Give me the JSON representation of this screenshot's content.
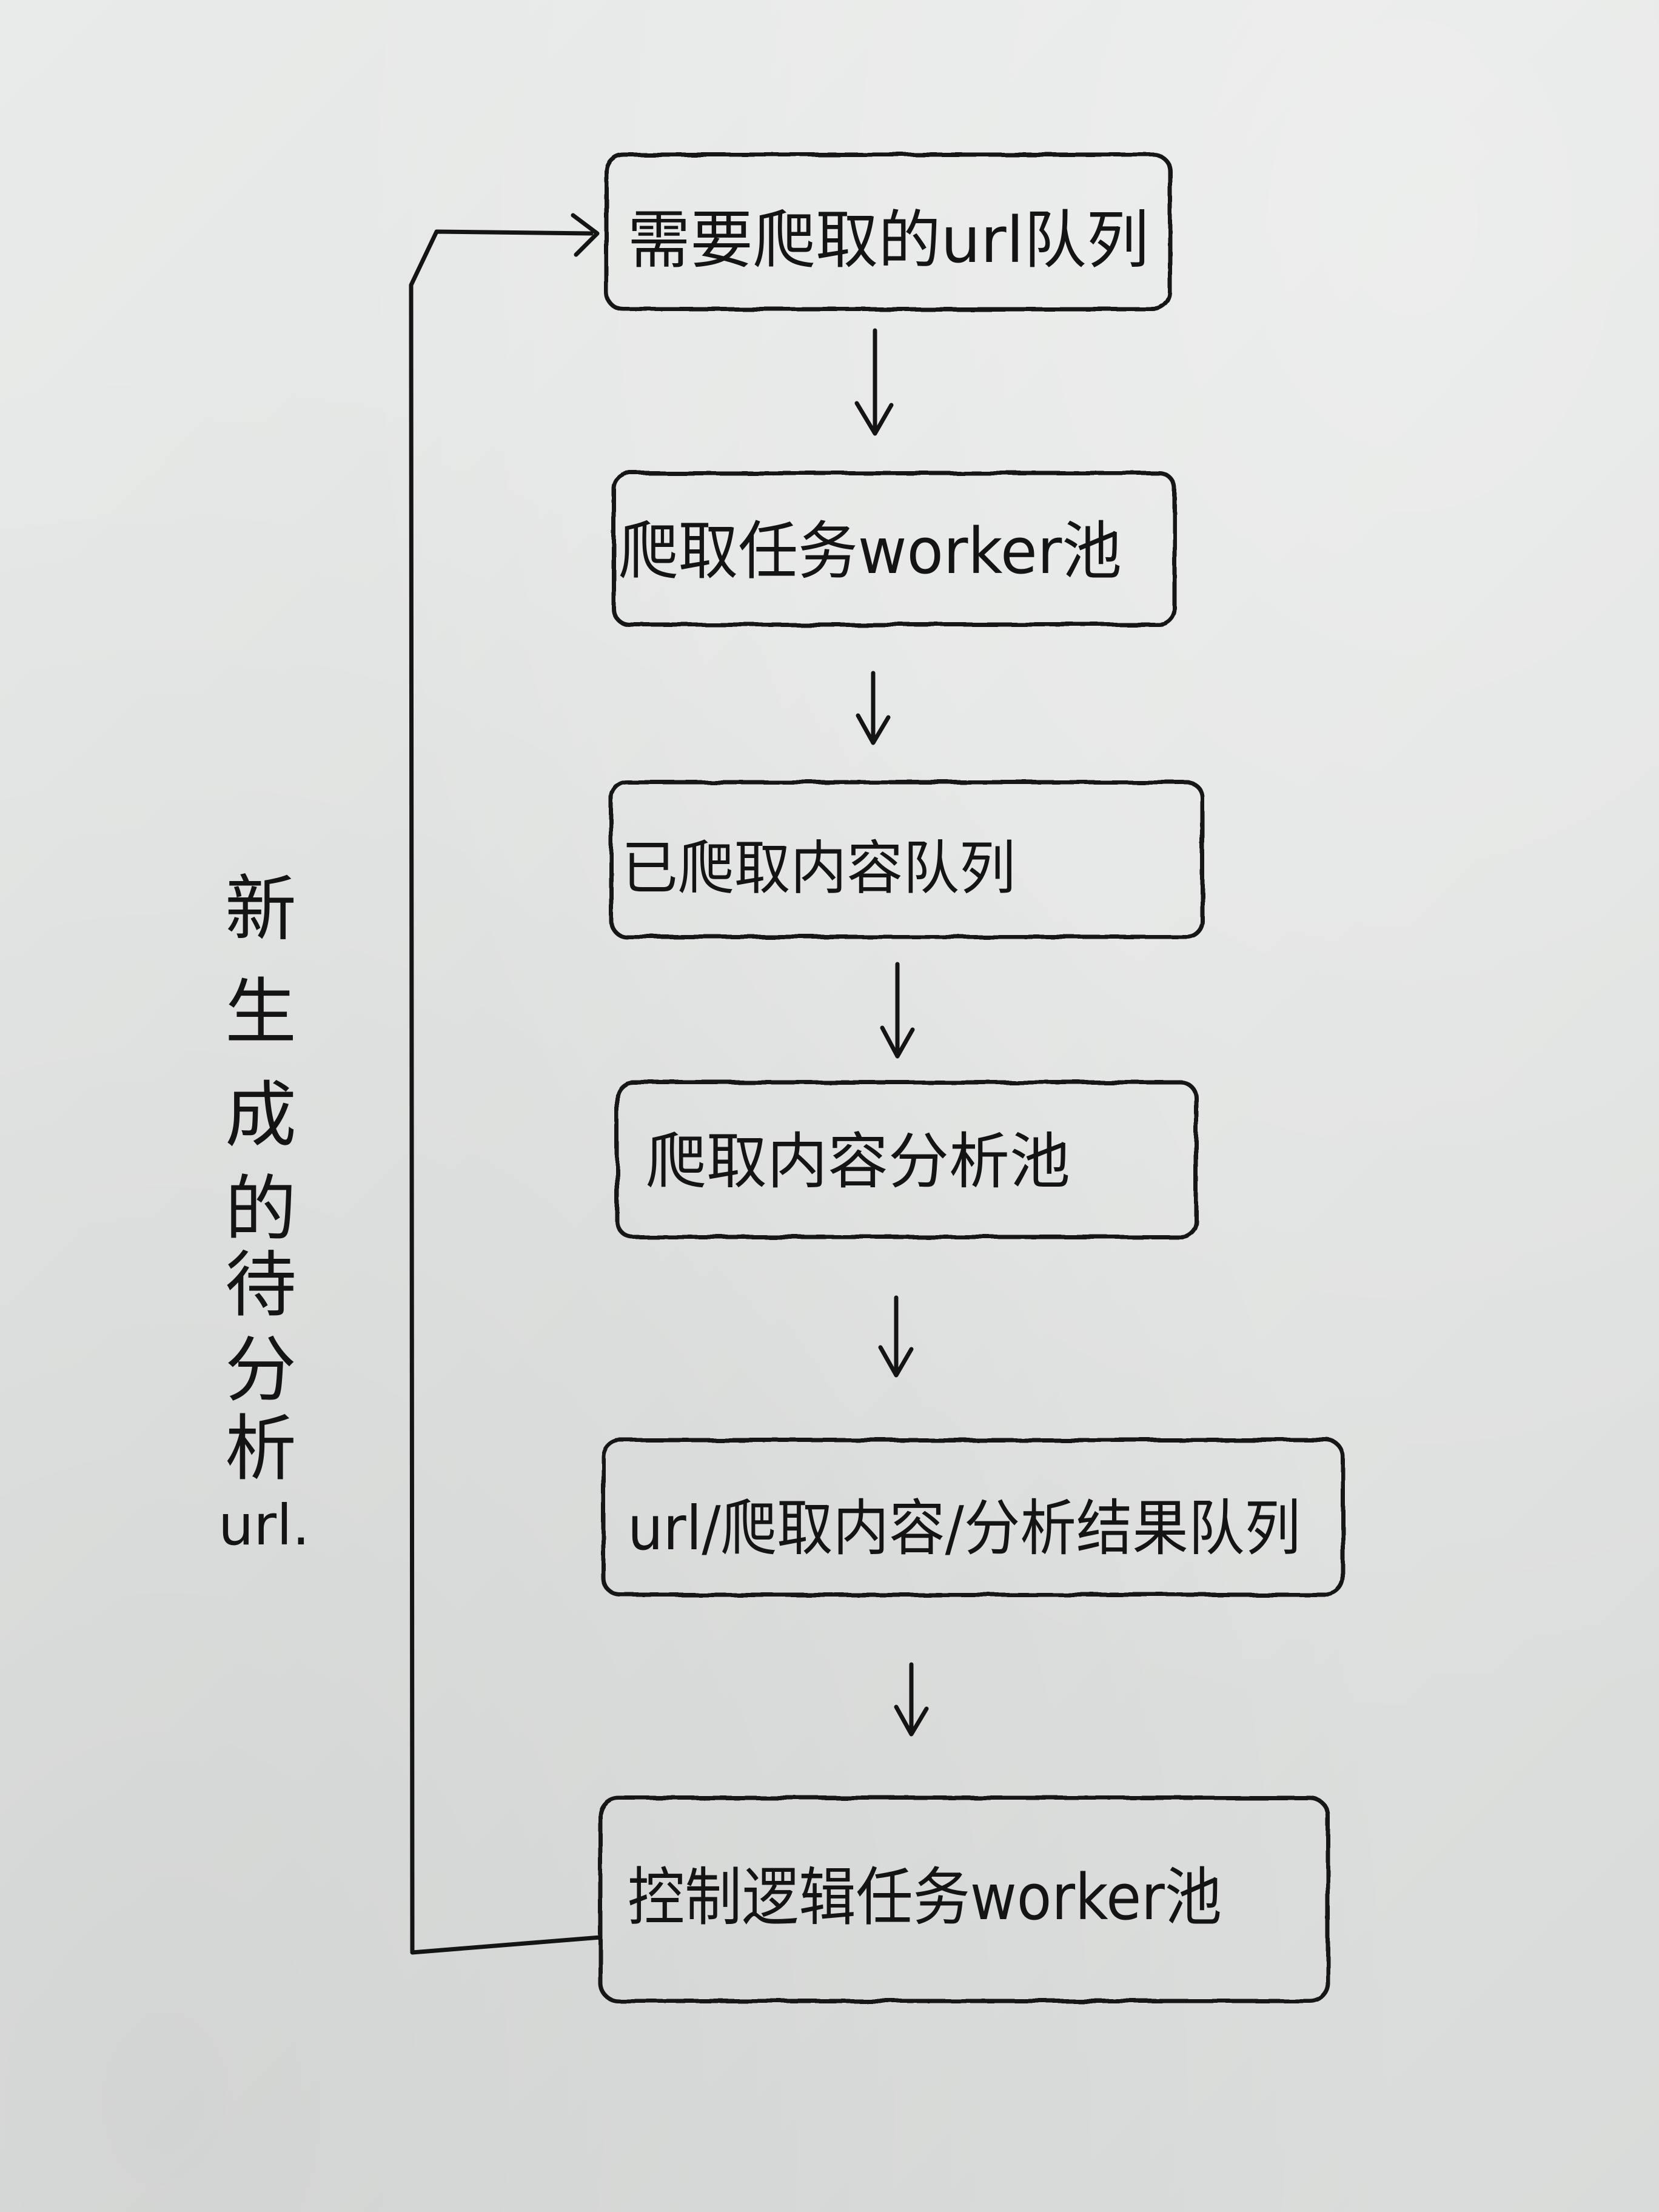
{
  "diagram": {
    "nodes": [
      {
        "id": "n1",
        "label": "需要爬取的url队列"
      },
      {
        "id": "n2",
        "label": "爬取任务worker池"
      },
      {
        "id": "n3",
        "label": "已爬取内容队列"
      },
      {
        "id": "n4",
        "label": "爬取内容分析池"
      },
      {
        "id": "n5",
        "label": "url/爬取内容/分析结果队列"
      },
      {
        "id": "n6",
        "label": "控制逻辑任务worker池"
      }
    ],
    "edges": [
      {
        "from": "n1",
        "to": "n2"
      },
      {
        "from": "n2",
        "to": "n3"
      },
      {
        "from": "n3",
        "to": "n4"
      },
      {
        "from": "n4",
        "to": "n5"
      },
      {
        "from": "n5",
        "to": "n6"
      },
      {
        "from": "n6",
        "to": "n1",
        "label": "新生成的待分析url."
      }
    ],
    "feedback_label_chars": [
      "新",
      "生",
      "成",
      "的",
      "待",
      "分",
      "析",
      "url."
    ],
    "ink_color": "#141414"
  }
}
